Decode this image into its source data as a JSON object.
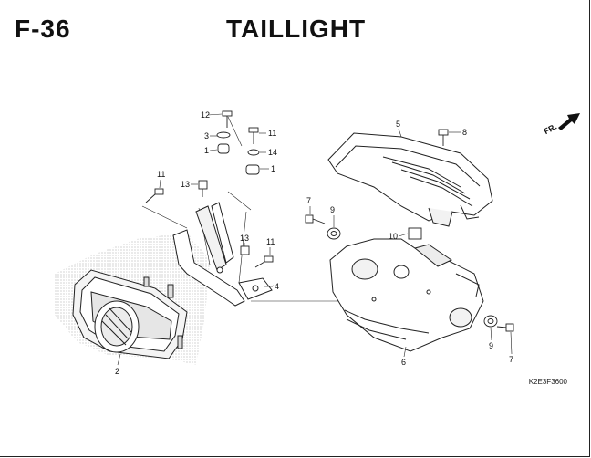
{
  "header": {
    "code": "F-36",
    "title": "TAILLIGHT"
  },
  "footer": {
    "ref_code": "K2E3F3600"
  },
  "direction_label": "FR.",
  "callouts": [
    "12",
    "3",
    "1",
    "11",
    "14",
    "1",
    "5",
    "8",
    "11",
    "13",
    "13",
    "7",
    "9",
    "10",
    "11",
    "4",
    "2",
    "6",
    "9",
    "7"
  ],
  "colors": {
    "line": "#222222",
    "screen_dots": "#9a9a9a"
  }
}
